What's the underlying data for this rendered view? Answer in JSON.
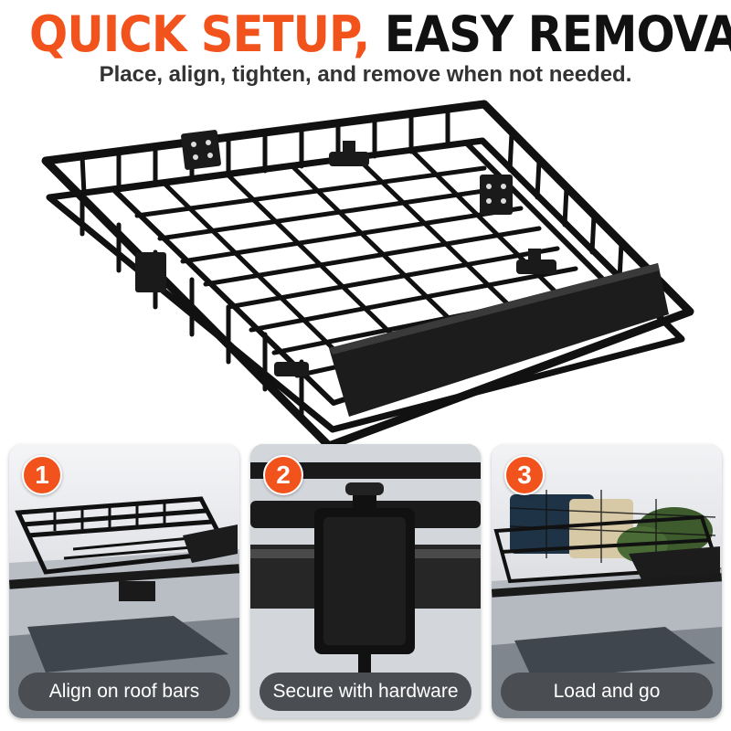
{
  "header": {
    "title_highlight": "QUICK SETUP,",
    "title_rest": " EASY REMOVAL",
    "subtitle": "Place, align, tighten, and remove when not needed."
  },
  "colors": {
    "accent": "#f2531c",
    "caption_bg": "#4a4d52",
    "rack": "#111111"
  },
  "steps": [
    {
      "number": "1",
      "caption": "Align on roof bars",
      "icon": "rack-on-roof-bars"
    },
    {
      "number": "2",
      "caption": "Secure with hardware",
      "icon": "clamp-hardware"
    },
    {
      "number": "3",
      "caption": "Load and go",
      "icon": "loaded-rack"
    }
  ]
}
